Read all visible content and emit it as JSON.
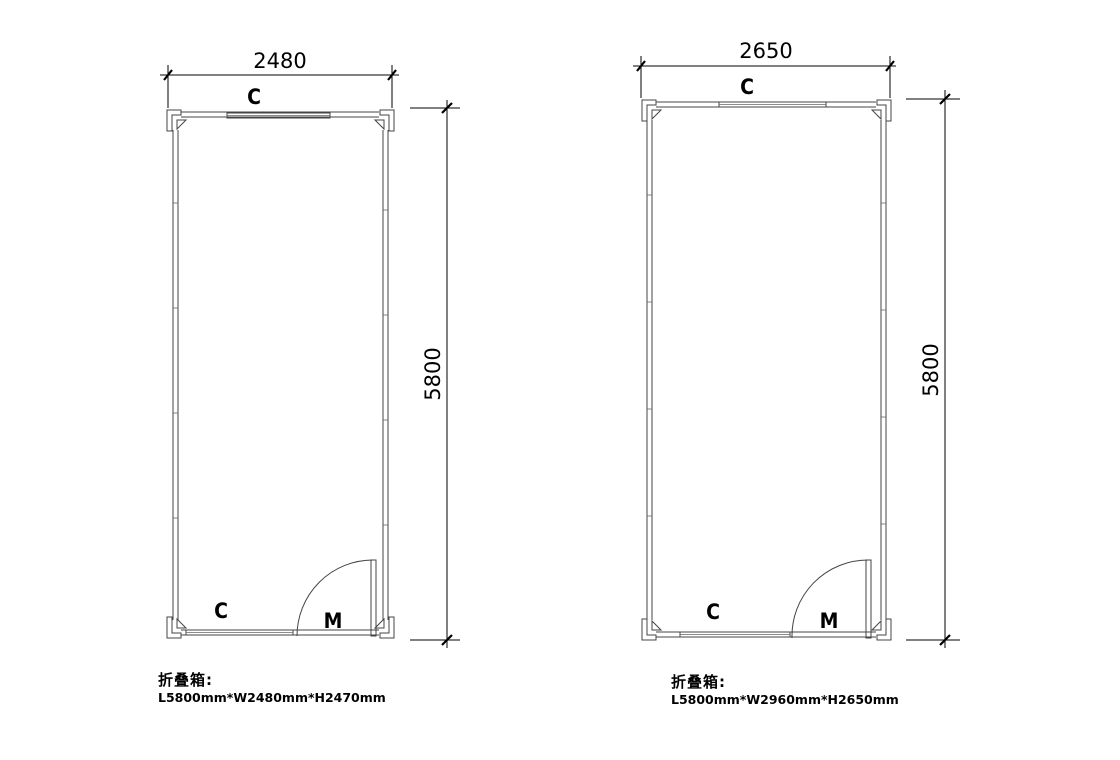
{
  "plans": [
    {
      "width_dim": "2480",
      "length_dim": "5800",
      "window_label_top": "C",
      "window_label_bottom": "C",
      "door_label": "M",
      "caption_title": "折叠箱:",
      "caption_spec": "L5800mm*W2480mm*H2470mm"
    },
    {
      "width_dim": "2650",
      "length_dim": "5800",
      "window_label_top": "C",
      "window_label_bottom": "C",
      "door_label": "M",
      "caption_title": "折叠箱:",
      "caption_spec": "L5800mm*W2960mm*H2650mm"
    }
  ]
}
